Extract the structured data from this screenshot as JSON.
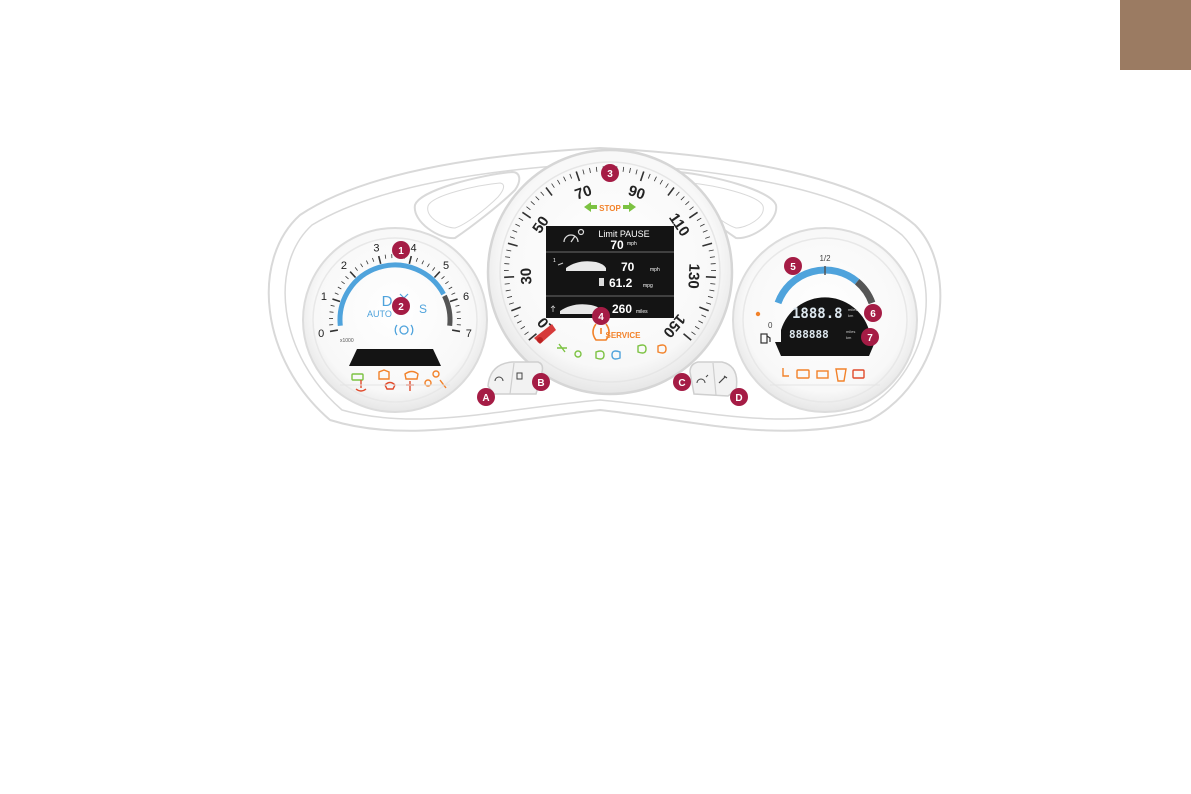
{
  "colors": {
    "corner_tab": "#9b7b62",
    "callout": "#a51c45",
    "warning_orange": "#f2822a",
    "indicator_green": "#7cc242",
    "arc_blue": "#4fa3dc",
    "lcd_background": "#141414"
  },
  "callouts": [
    "1",
    "2",
    "3",
    "4",
    "5",
    "6",
    "7",
    "A",
    "B",
    "C",
    "D"
  ],
  "tachometer": {
    "scale": [
      "0",
      "1",
      "2",
      "3",
      "4",
      "5",
      "6",
      "7"
    ],
    "unit": "x1000",
    "gear_left": "D",
    "gear_right": "S",
    "mode": "AUTO",
    "warning_icons": [
      "eco-icon",
      "engine-icon",
      "oil-icon",
      "coolant-icon",
      "airbag-icon",
      "seatbelt-icon"
    ]
  },
  "speedometer": {
    "scale": [
      "10",
      "30",
      "50",
      "70",
      "90",
      "110",
      "130",
      "150"
    ],
    "stop_label": "STOP",
    "service_label": "SERVICE",
    "screen": {
      "limit_label": "Limit PAUSE",
      "limit_value": "70",
      "limit_unit": "mph",
      "trip_index": "1",
      "speed_value": "70",
      "speed_unit": "mph",
      "consumption_value": "61.2",
      "consumption_unit": "mpg",
      "range_value": "260",
      "range_unit": "miles"
    },
    "indicator_icons": [
      "seatbelt-icon",
      "sidelight-icon",
      "dipped-beam-icon",
      "main-beam-icon",
      "front-fog-icon",
      "rear-fog-icon"
    ]
  },
  "fuel_gauge": {
    "mark_empty": "0",
    "mark_half": "1/2",
    "trip_display": "1888.8",
    "trip_unit_top": "miles",
    "trip_unit_bottom": "km",
    "odometer_display": "888888",
    "odo_unit_top": "miles",
    "odo_unit_bottom": "km",
    "warning_icons": [
      "fuel-icon",
      "battery-icon",
      "door-open-icon",
      "brake-icon",
      "service-icon"
    ]
  },
  "buttons": {
    "a_label": "",
    "b_label": "",
    "c_label": "",
    "d_label": ""
  }
}
